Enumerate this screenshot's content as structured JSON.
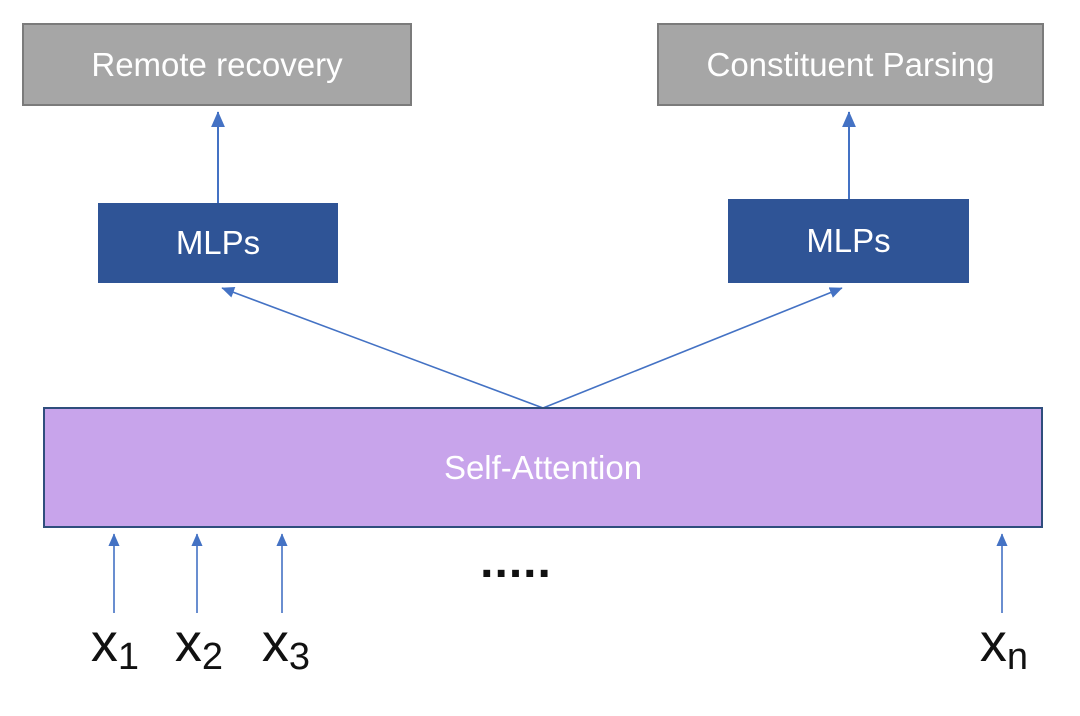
{
  "diagram": {
    "tasks": [
      {
        "label": "Remote recovery"
      },
      {
        "label": "Constituent Parsing"
      }
    ],
    "mlps": [
      {
        "label": "MLPs"
      },
      {
        "label": "MLPs"
      }
    ],
    "attention": {
      "label": "Self-Attention"
    },
    "inputs": [
      {
        "base": "x",
        "sub": "1"
      },
      {
        "base": "x",
        "sub": "2"
      },
      {
        "base": "x",
        "sub": "3"
      },
      {
        "base": "x",
        "sub": "n"
      }
    ],
    "ellipsis": ".....",
    "colors": {
      "task_fill": "#A6A6A6",
      "task_border": "#7B7B7B",
      "mlp_fill": "#2F5496",
      "attention_fill": "#C8A4EB",
      "attention_border": "#2F4E7D",
      "arrow": "#4472C4",
      "text_light": "#FFFFFF",
      "text_dark": "#111111"
    }
  }
}
